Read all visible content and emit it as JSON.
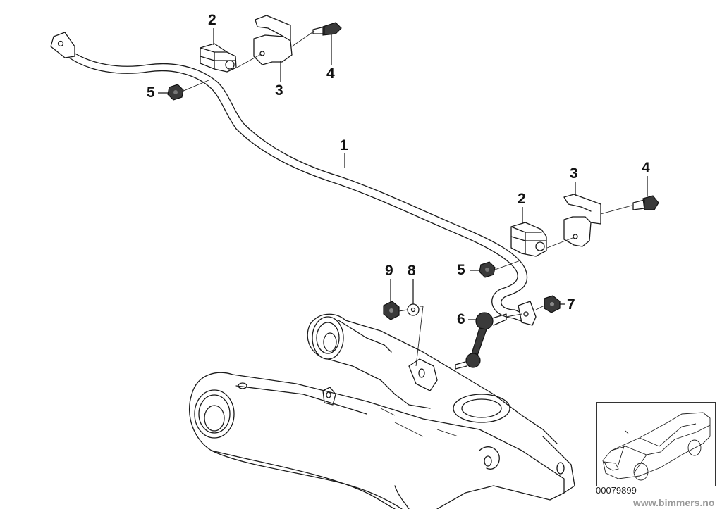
{
  "diagram": {
    "id_number": "00079899",
    "watermark": "www.bimmers.no",
    "thumbnail_label": "vehicle-location-thumbnail"
  },
  "callouts": {
    "c1": "1",
    "c2_top": "2",
    "c3_top": "3",
    "c4_top": "4",
    "c5_top": "5",
    "c2_right": "2",
    "c3_right": "3",
    "c4_right": "4",
    "c5_right": "5",
    "c6": "6",
    "c7": "7",
    "c8": "8",
    "c9": "9"
  },
  "parts": [
    {
      "number": "1",
      "name": "stabilizer-bar"
    },
    {
      "number": "2",
      "name": "stabilizer-rubber-mounting"
    },
    {
      "number": "3",
      "name": "bracket"
    },
    {
      "number": "4",
      "name": "hex-bolt"
    },
    {
      "number": "5",
      "name": "collar-nut"
    },
    {
      "number": "6",
      "name": "stabilizer-link"
    },
    {
      "number": "7",
      "name": "self-locking-hex-nut"
    },
    {
      "number": "8",
      "name": "washer"
    },
    {
      "number": "9",
      "name": "collar-nut"
    }
  ]
}
